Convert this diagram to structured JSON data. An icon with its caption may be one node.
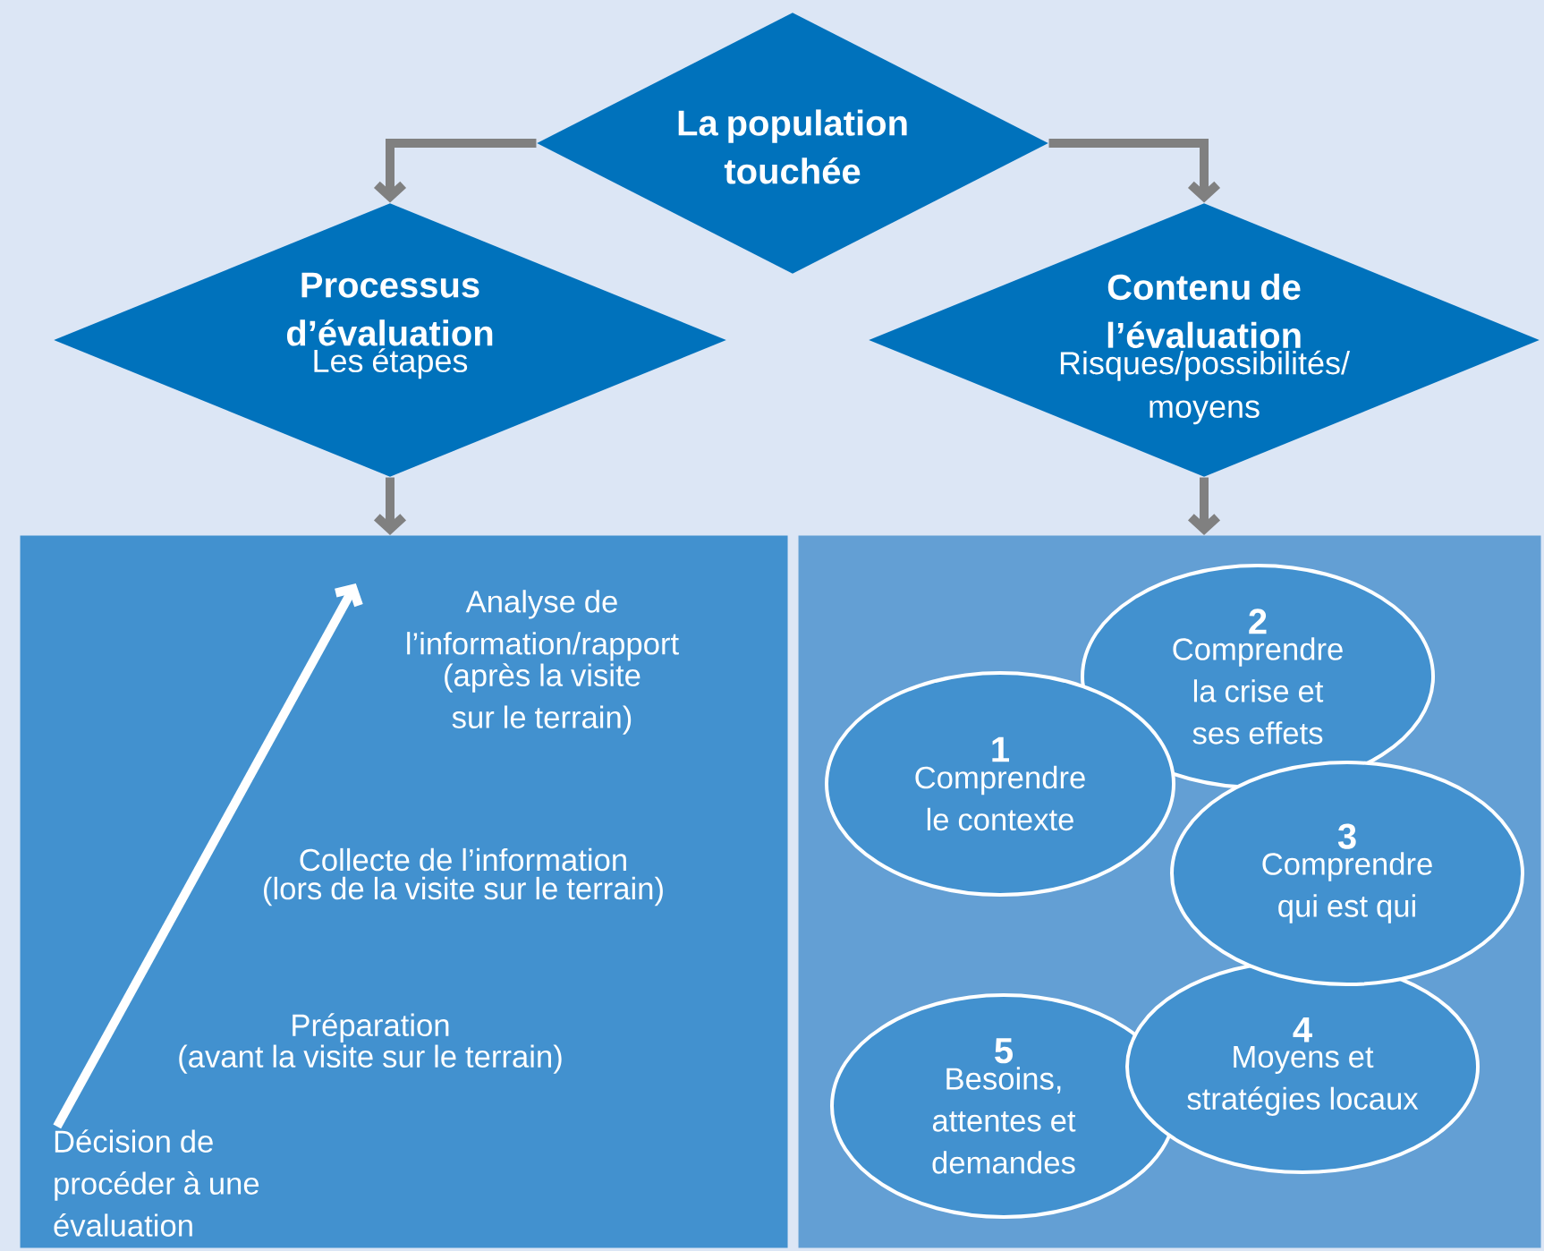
{
  "diagram": {
    "nodes": [
      {
        "text": [
          "La population touchée"
        ]
      },
      {
        "text": [
          "Processus d’évaluation",
          "Les étapes"
        ]
      },
      {
        "text": [
          "Contenu de l’évaluation",
          "Risques/possibilités/ moyens"
        ]
      },
      {
        "text": [],
        "shape": "box"
      },
      {
        "text": [
          "Analyse de l’information/rapport",
          "(après la visite sur le terrain)"
        ],
        "in": 3
      },
      {
        "text": [
          "Collecte de l’information",
          "(lors de la visite sur le terrain)"
        ],
        "in": 3
      },
      {
        "text": [
          "Préparation",
          "(avant la visite sur le terrain)"
        ],
        "in": 3
      },
      {
        "text": [
          "Décision de procéder à une évaluation"
        ],
        "in": 3
      },
      {
        "text": [],
        "shape": "box"
      },
      {
        "text": [
          "1",
          "Comprendre le contexte"
        ],
        "in": 8
      },
      {
        "text": [
          "2",
          "Comprendre la crise et ses effets"
        ],
        "in": 8
      },
      {
        "text": [
          "3",
          "Comprendre qui est qui"
        ],
        "in": 8
      },
      {
        "text": [
          "4",
          "Moyens et stratégies locaux"
        ],
        "in": 8
      },
      {
        "text": [
          "5",
          "Besoins, attentes et demandes"
        ],
        "in": 8
      }
    ],
    "edges": [
      {
        "from": 0,
        "to": 1,
        "arrow": "to"
      },
      {
        "from": 0,
        "to": 2,
        "arrow": "to"
      },
      {
        "from": 1,
        "to": 3,
        "arrow": "to"
      },
      {
        "from": 2,
        "to": 8,
        "arrow": "to"
      },
      {
        "from": 7,
        "to": 4,
        "arrow": "to",
        "color": "#ffffff"
      }
    ]
  }
}
